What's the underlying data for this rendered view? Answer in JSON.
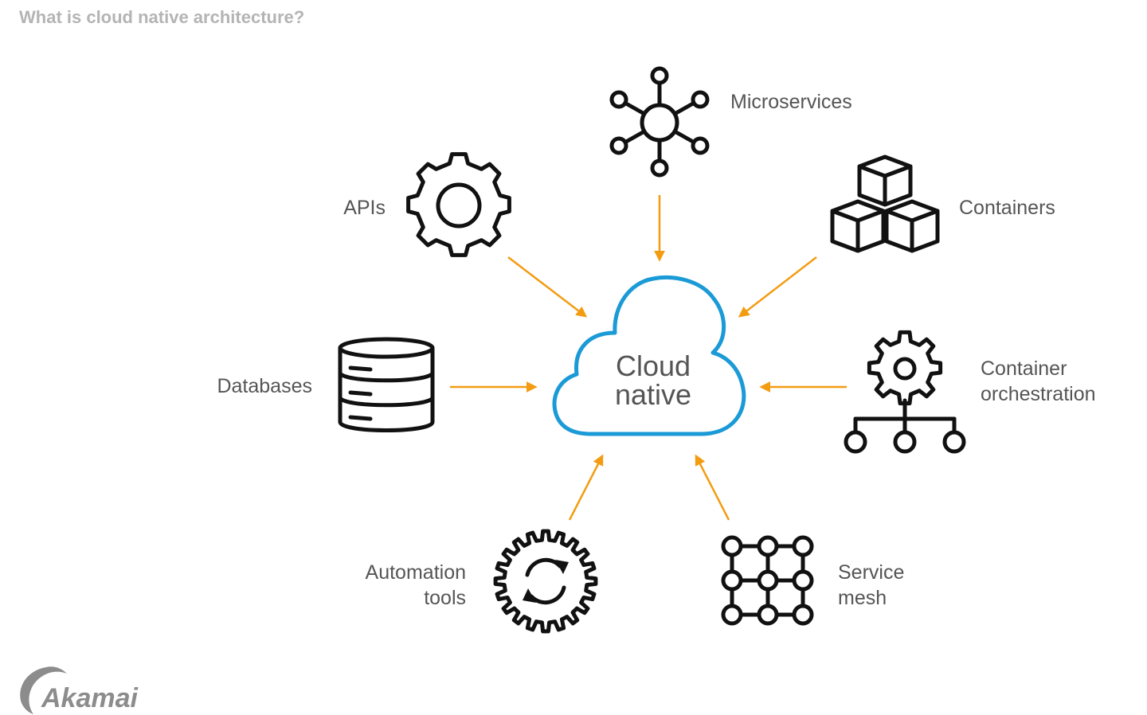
{
  "page": {
    "title": "What is cloud native architecture?"
  },
  "diagram": {
    "center": {
      "line1": "Cloud",
      "line2": "native"
    },
    "nodes": {
      "microservices": {
        "line1": "Microservices"
      },
      "containers": {
        "line1": "Containers"
      },
      "apis": {
        "line1": "APIs"
      },
      "databases": {
        "line1": "Databases"
      },
      "orchestration": {
        "line1": "Container",
        "line2": "orchestration"
      },
      "automation": {
        "line1": "Automation",
        "line2": "tools"
      },
      "mesh": {
        "line1": "Service",
        "line2": "mesh"
      }
    },
    "icons": {
      "microservices": "hub-network-icon",
      "containers": "stacked-cubes-icon",
      "apis": "gear-icon",
      "databases": "database-icon",
      "orchestration": "gear-hierarchy-icon",
      "automation": "gear-sync-icon",
      "mesh": "grid-mesh-icon"
    },
    "colors": {
      "arrow": "#f39c12",
      "cloud": "#1a9ad6",
      "icon": "#111111",
      "text": "#555555"
    }
  },
  "brand": {
    "logo_text": "Akamai"
  }
}
